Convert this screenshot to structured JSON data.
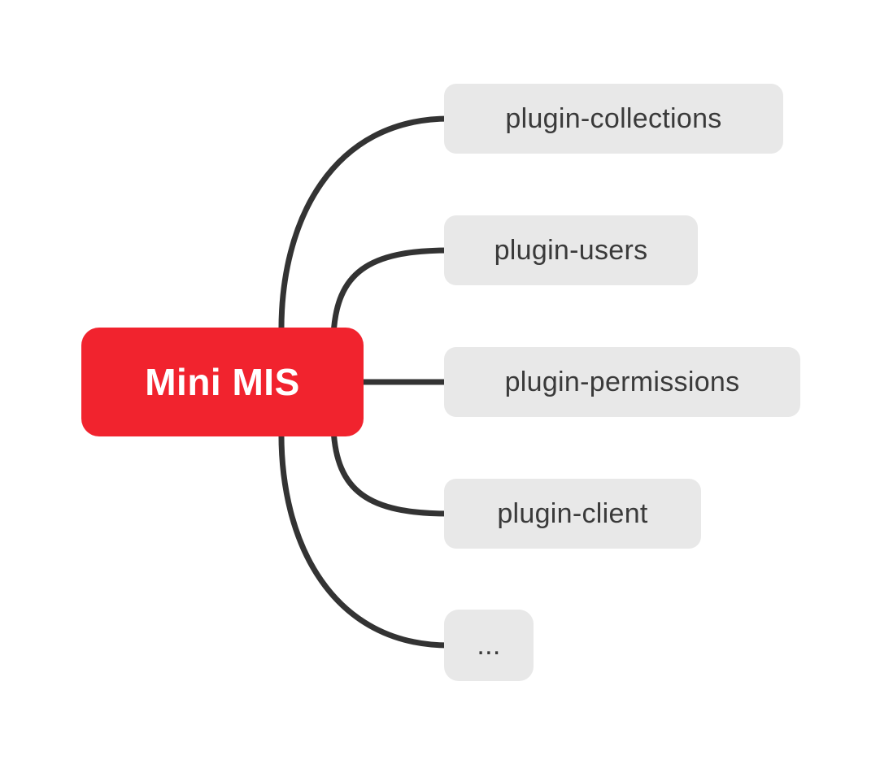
{
  "diagram": {
    "type": "mindmap",
    "root": {
      "label": "Mini MIS",
      "bg_color": "#F1232E",
      "text_color": "#FFFFFF"
    },
    "children": [
      {
        "label": "plugin-collections"
      },
      {
        "label": "plugin-users"
      },
      {
        "label": "plugin-permissions"
      },
      {
        "label": "plugin-client"
      },
      {
        "label": "..."
      }
    ],
    "child_bg_color": "#E8E8E8",
    "child_text_color": "#3A3A3A",
    "connector_color": "#333333",
    "canvas_color": "#FFFFFF"
  }
}
